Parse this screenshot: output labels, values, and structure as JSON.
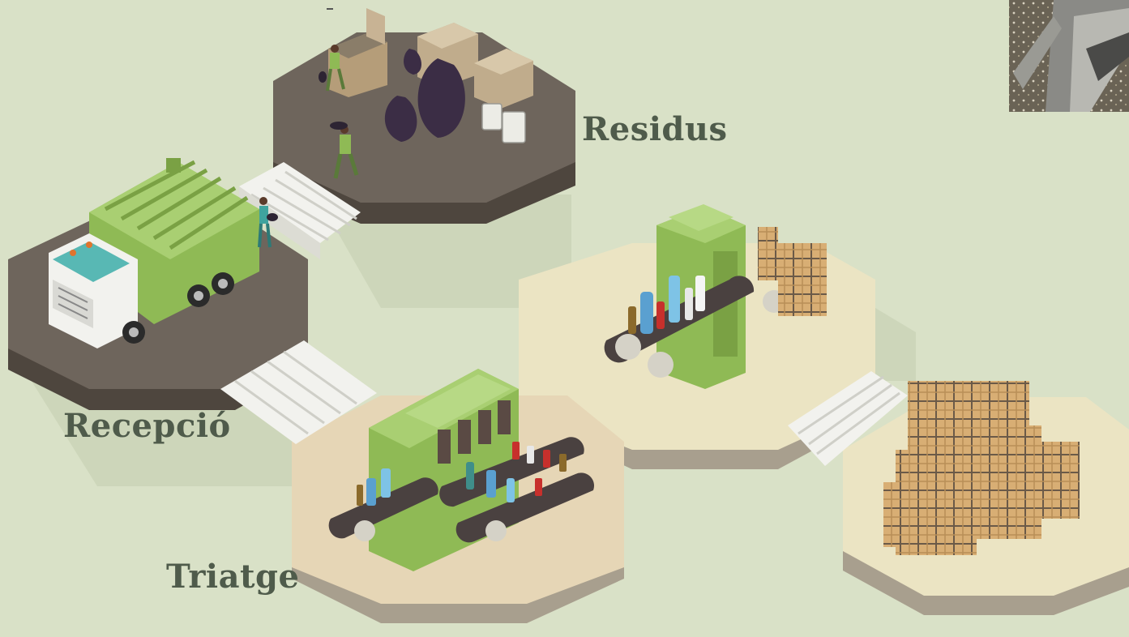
{
  "stages": [
    {
      "id": "residus",
      "label": "Residus"
    },
    {
      "id": "recepcio",
      "label": "Recepció"
    },
    {
      "id": "triatge",
      "label": "Triatge"
    }
  ],
  "colors": {
    "background": "#d9e1c7",
    "label_text": "#4f5b4b",
    "dark_platform": "#6e655c",
    "light_platform": "#ebe4c3",
    "machine_green": "#8fba55",
    "bale": "#d8ae74",
    "waste_bag": "#3b2d45"
  },
  "icons": [
    "garbage-truck-icon",
    "waste-bag-icon",
    "waste-container-icon",
    "sorting-machine-icon",
    "conveyor-belt-icon",
    "bottle-icon",
    "bale-icon",
    "worker-icon",
    "stairs-icon"
  ]
}
